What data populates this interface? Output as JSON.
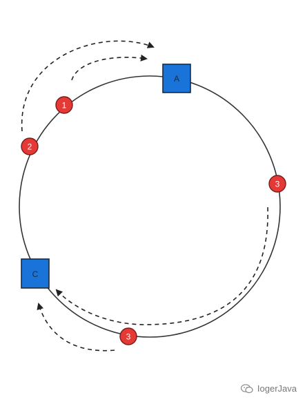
{
  "nodes": [
    {
      "id": "A",
      "label": "A",
      "color": "#1a73d9"
    },
    {
      "id": "C",
      "label": "C",
      "color": "#1a73d9"
    }
  ],
  "keys": [
    {
      "id": "k1",
      "label": "1",
      "color": "#e53935"
    },
    {
      "id": "k2",
      "label": "2",
      "color": "#e53935"
    },
    {
      "id": "k3-right",
      "label": "3",
      "color": "#e53935"
    },
    {
      "id": "k3-bottom",
      "label": "3",
      "color": "#e53935"
    }
  ],
  "watermark": {
    "text": "IogerJava",
    "icon": "wechat-icon"
  }
}
